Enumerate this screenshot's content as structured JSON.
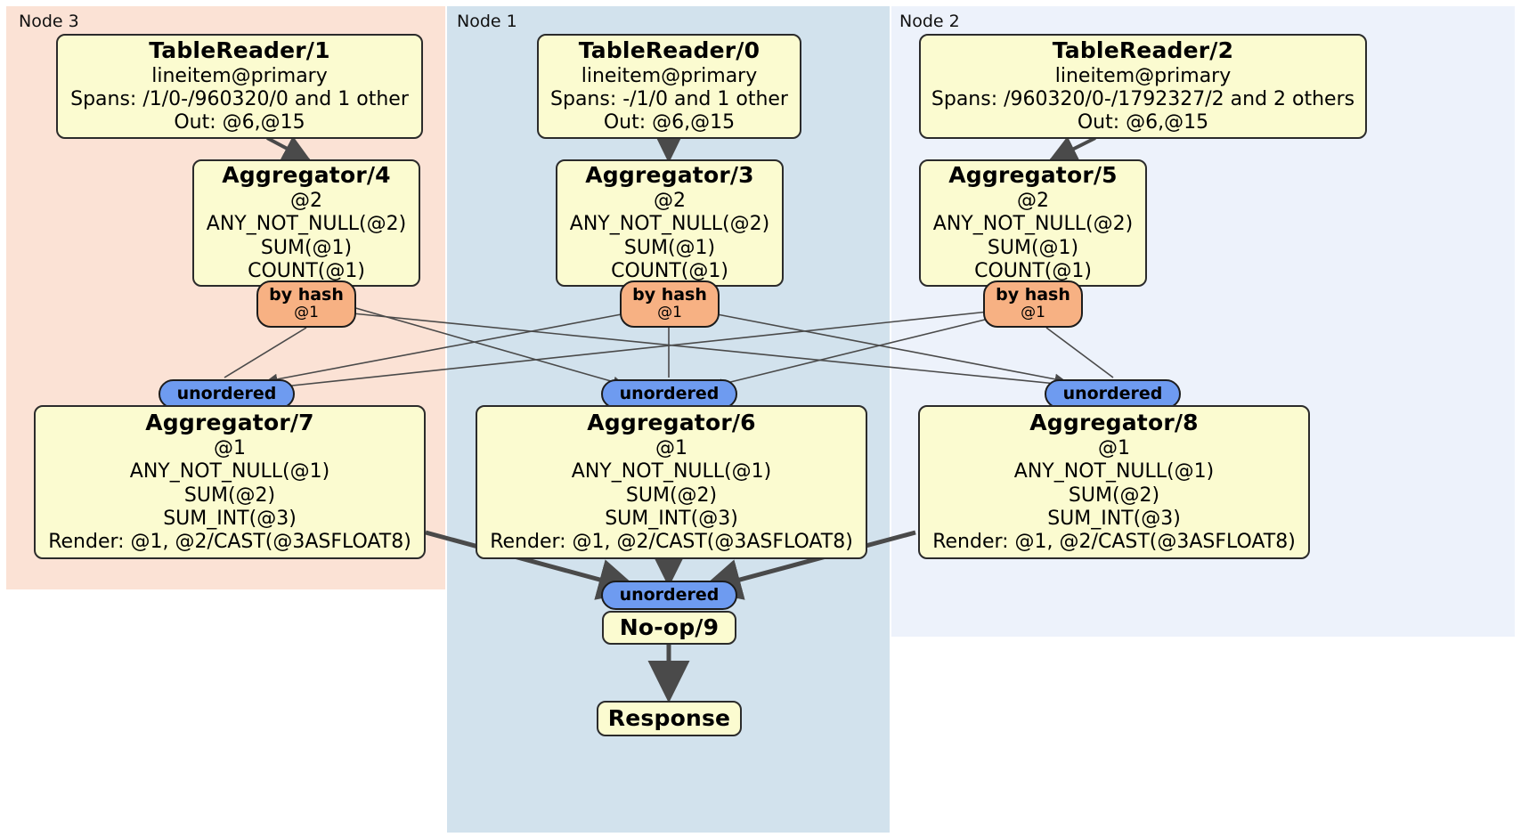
{
  "diagram": {
    "type": "distributed-query-plan",
    "colors": {
      "node3_bg": "#fbe2d5",
      "node1_bg": "#d2e2ed",
      "node2_bg": "#edf2fb",
      "processor_bg": "#fbfbd0",
      "hash_router_bg": "#f7b183",
      "synchronizer_bg": "#6e9bf0",
      "edge": "#4a4a4a",
      "border": "#2b2b2b"
    },
    "panels": [
      {
        "id": "node3",
        "label": "Node 3"
      },
      {
        "id": "node1",
        "label": "Node 1"
      },
      {
        "id": "node2",
        "label": "Node 2"
      }
    ],
    "processors": [
      {
        "id": "tr1",
        "title": "TableReader/1",
        "lines": [
          "lineitem@primary",
          "Spans: /1/0-/960320/0 and 1 other",
          "Out: @6,@15"
        ]
      },
      {
        "id": "tr0",
        "title": "TableReader/0",
        "lines": [
          "lineitem@primary",
          "Spans: -/1/0 and 1 other",
          "Out: @6,@15"
        ]
      },
      {
        "id": "tr2",
        "title": "TableReader/2",
        "lines": [
          "lineitem@primary",
          "Spans: /960320/0-/1792327/2 and 2 others",
          "Out: @6,@15"
        ]
      },
      {
        "id": "agg4",
        "title": "Aggregator/4",
        "lines": [
          "@2",
          "ANY_NOT_NULL(@2)",
          "SUM(@1)",
          "COUNT(@1)"
        ]
      },
      {
        "id": "agg3",
        "title": "Aggregator/3",
        "lines": [
          "@2",
          "ANY_NOT_NULL(@2)",
          "SUM(@1)",
          "COUNT(@1)"
        ]
      },
      {
        "id": "agg5",
        "title": "Aggregator/5",
        "lines": [
          "@2",
          "ANY_NOT_NULL(@2)",
          "SUM(@1)",
          "COUNT(@1)"
        ]
      },
      {
        "id": "agg7",
        "title": "Aggregator/7",
        "lines": [
          "@1",
          "ANY_NOT_NULL(@1)",
          "SUM(@2)",
          "SUM_INT(@3)",
          "Render: @1, @2/CAST(@3ASFLOAT8)"
        ]
      },
      {
        "id": "agg6",
        "title": "Aggregator/6",
        "lines": [
          "@1",
          "ANY_NOT_NULL(@1)",
          "SUM(@2)",
          "SUM_INT(@3)",
          "Render: @1, @2/CAST(@3ASFLOAT8)"
        ]
      },
      {
        "id": "agg8",
        "title": "Aggregator/8",
        "lines": [
          "@1",
          "ANY_NOT_NULL(@1)",
          "SUM(@2)",
          "SUM_INT(@3)",
          "Render: @1, @2/CAST(@3ASFLOAT8)"
        ]
      },
      {
        "id": "noop9",
        "title": "No-op/9",
        "lines": []
      },
      {
        "id": "response",
        "title": "Response",
        "lines": []
      }
    ],
    "routers": [
      {
        "id": "hash4",
        "title": "by hash",
        "sub": "@1"
      },
      {
        "id": "hash3",
        "title": "by hash",
        "sub": "@1"
      },
      {
        "id": "hash5",
        "title": "by hash",
        "sub": "@1"
      }
    ],
    "synchronizers": [
      {
        "id": "sync7",
        "title": "unordered"
      },
      {
        "id": "sync6",
        "title": "unordered"
      },
      {
        "id": "sync8",
        "title": "unordered"
      },
      {
        "id": "sync9",
        "title": "unordered"
      }
    ]
  }
}
